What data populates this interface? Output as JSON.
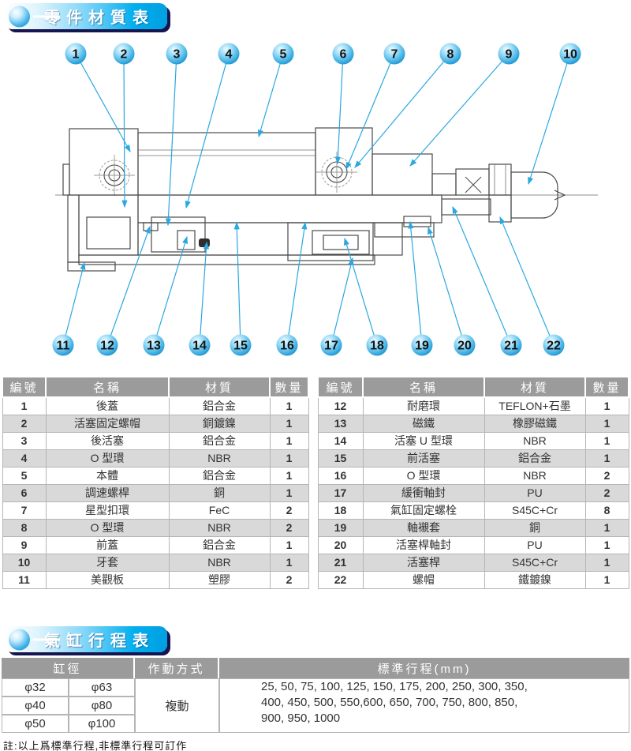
{
  "section1": {
    "title": "零件材質表"
  },
  "section2": {
    "title": "氣缸行程表"
  },
  "diagram": {
    "callouts_top": [
      "1",
      "2",
      "3",
      "4",
      "5",
      "6",
      "7",
      "8",
      "9",
      "10"
    ],
    "callouts_bottom": [
      "11",
      "12",
      "13",
      "14",
      "15",
      "16",
      "17",
      "18",
      "19",
      "20",
      "21",
      "22"
    ]
  },
  "parts_table": {
    "headers": {
      "no": "編號",
      "name": "名稱",
      "material": "材質",
      "qty": "數量"
    },
    "left_rows": [
      {
        "no": "1",
        "name": "後蓋",
        "material": "鋁合金",
        "qty": "1"
      },
      {
        "no": "2",
        "name": "活塞固定螺帽",
        "material": "銅鍍鎳",
        "qty": "1"
      },
      {
        "no": "3",
        "name": "後活塞",
        "material": "鋁合金",
        "qty": "1"
      },
      {
        "no": "4",
        "name": "O 型環",
        "material": "NBR",
        "qty": "1"
      },
      {
        "no": "5",
        "name": "本體",
        "material": "鋁合金",
        "qty": "1"
      },
      {
        "no": "6",
        "name": "調速螺桿",
        "material": "銅",
        "qty": "1"
      },
      {
        "no": "7",
        "name": "星型扣環",
        "material": "FeC",
        "qty": "2"
      },
      {
        "no": "8",
        "name": "O 型環",
        "material": "NBR",
        "qty": "2"
      },
      {
        "no": "9",
        "name": "前蓋",
        "material": "鋁合金",
        "qty": "1"
      },
      {
        "no": "10",
        "name": "牙套",
        "material": "NBR",
        "qty": "1"
      },
      {
        "no": "11",
        "name": "美觀板",
        "material": "塑膠",
        "qty": "2"
      }
    ],
    "right_rows": [
      {
        "no": "12",
        "name": "耐磨環",
        "material": "TEFLON+石墨",
        "qty": "1"
      },
      {
        "no": "13",
        "name": "磁鐵",
        "material": "橡膠磁鐵",
        "qty": "1"
      },
      {
        "no": "14",
        "name": "活塞 U 型環",
        "material": "NBR",
        "qty": "1"
      },
      {
        "no": "15",
        "name": "前活塞",
        "material": "鋁合金",
        "qty": "1"
      },
      {
        "no": "16",
        "name": "O 型環",
        "material": "NBR",
        "qty": "2"
      },
      {
        "no": "17",
        "name": "緩衝軸封",
        "material": "PU",
        "qty": "2"
      },
      {
        "no": "18",
        "name": "氣缸固定螺栓",
        "material": "S45C+Cr",
        "qty": "8"
      },
      {
        "no": "19",
        "name": "軸襯套",
        "material": "銅",
        "qty": "1"
      },
      {
        "no": "20",
        "name": "活塞桿軸封",
        "material": "PU",
        "qty": "1"
      },
      {
        "no": "21",
        "name": "活塞桿",
        "material": "S45C+Cr",
        "qty": "1"
      },
      {
        "no": "22",
        "name": "螺帽",
        "material": "鐵鍍鎳",
        "qty": "1"
      }
    ]
  },
  "stroke_table": {
    "headers": {
      "bore": "缸徑",
      "action": "作動方式",
      "stroke": "標準行程(mm)"
    },
    "bore_rows": [
      {
        "a": "φ32",
        "b": "φ63"
      },
      {
        "a": "φ40",
        "b": "φ80"
      },
      {
        "a": "φ50",
        "b": "φ100"
      }
    ],
    "action": "複動",
    "stroke_lines": {
      "l1": "25, 50, 75, 100, 125, 150, 175, 200, 250, 300, 350,",
      "l2": "400, 450, 500, 550,600, 650, 700, 750, 800, 850,",
      "l3": "900, 950, 1000"
    }
  },
  "note": "註:以上爲標準行程,非標準行程可訂作"
}
